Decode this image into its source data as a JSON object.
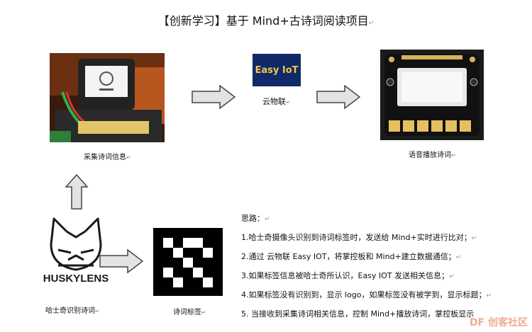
{
  "title": "【创新学习】基于 Mind+古诗词阅读项目",
  "colors": {
    "arrow_fill": "#e3e3e3",
    "arrow_stroke": "#444444",
    "easyiot_bg": "#0f2a67",
    "easyiot_text": "#f3c84b",
    "photo_bg": "#1a1a1a",
    "watermark": "#f2a08a"
  },
  "nodes": {
    "collect": {
      "caption": "采集诗词信息"
    },
    "cloud": {
      "logo_text": "Easy IoT",
      "caption": "云物联"
    },
    "speech": {
      "caption": "语音播放诗词"
    },
    "husky": {
      "logo_text": "HUSKYLENS",
      "caption": "哈士奇识别诗词"
    },
    "tag": {
      "caption": "诗词标签"
    }
  },
  "thinking": {
    "heading": "思路：",
    "steps": [
      "1.哈士奇摄像头识别到诗词标签时，发送给 Mind+实时进行比对；",
      "2.通过 云物联 Easy IOT，将掌控板和 Mind+建立数据通信；",
      "3.如果标签信息被哈士奇所认识，Easy IOT 发送相关信息；",
      "4.如果标签没有识别到，显示 logo，如果标签没有被学到，显示标题；",
      "5. 当接收到采集诗词相关信息，控制 Mind+播放诗词，掌控板显示"
    ]
  },
  "watermark": "DF 创客社区"
}
